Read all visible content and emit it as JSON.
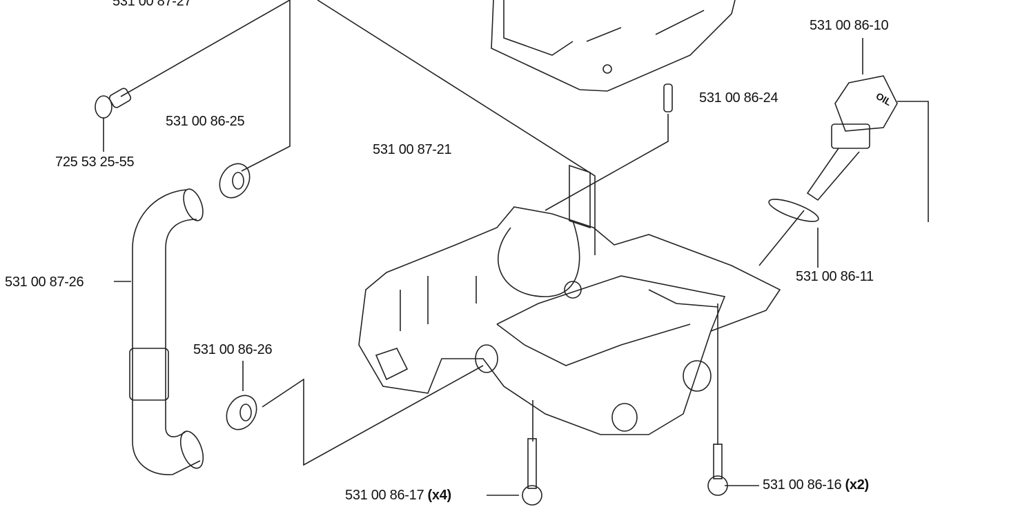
{
  "diagram": {
    "parts": [
      {
        "id": "p1",
        "number": "531 00 87-27"
      },
      {
        "id": "p2",
        "number": "531 00 86-10",
        "marking": "OIL"
      },
      {
        "id": "p3",
        "number": "531 00 86-24"
      },
      {
        "id": "p4",
        "number": "531 00 86-25"
      },
      {
        "id": "p5",
        "number": "725 53 25-55"
      },
      {
        "id": "p6",
        "number": "531 00 87-21"
      },
      {
        "id": "p7",
        "number": "531 00 87-26"
      },
      {
        "id": "p8",
        "number": "531 00 86-11"
      },
      {
        "id": "p9",
        "number": "531 00 86-26"
      },
      {
        "id": "p10",
        "number": "531 00 86-17",
        "qty": "(x4)"
      },
      {
        "id": "p11",
        "number": "531 00 86-16",
        "qty": "(x2)"
      }
    ]
  }
}
